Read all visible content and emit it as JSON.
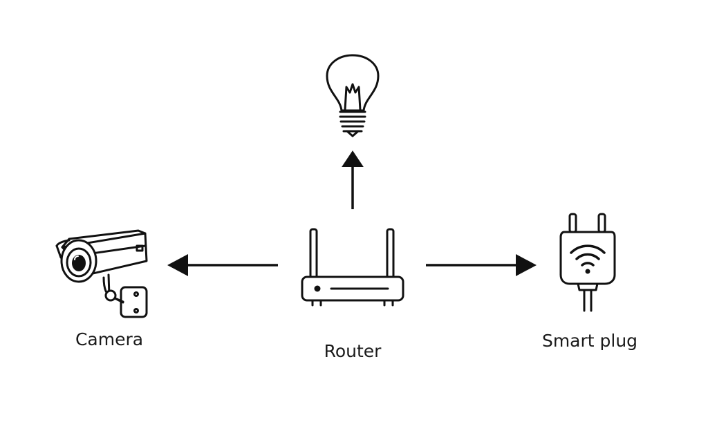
{
  "diagram": {
    "nodes": {
      "camera": {
        "label": "Camera",
        "icon": "security-camera-icon"
      },
      "router": {
        "label": "Router",
        "icon": "wifi-router-icon"
      },
      "bulb": {
        "label": "",
        "icon": "light-bulb-icon"
      },
      "plug": {
        "label": "Smart plug",
        "icon": "smart-plug-icon"
      }
    },
    "edges": [
      {
        "from": "router",
        "to": "bulb"
      },
      {
        "from": "router",
        "to": "camera"
      },
      {
        "from": "router",
        "to": "plug"
      }
    ],
    "colors": {
      "stroke": "#111111",
      "background": "#ffffff"
    }
  }
}
